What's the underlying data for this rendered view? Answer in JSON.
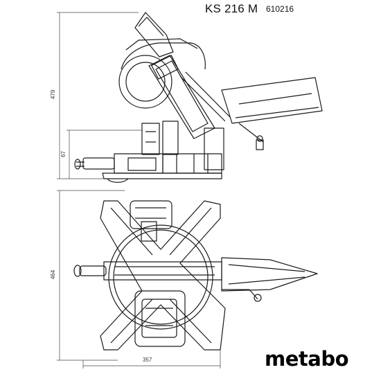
{
  "header": {
    "model": "KS 216 M",
    "article_number": "610216"
  },
  "brand": {
    "logo_text": "metabo"
  },
  "dimensions": {
    "side_height": "479",
    "side_table_height": "67",
    "top_depth": "464",
    "top_width": "357"
  },
  "colors": {
    "line": "#1a1a1a",
    "dimension_line": "#444444",
    "background": "#ffffff"
  }
}
